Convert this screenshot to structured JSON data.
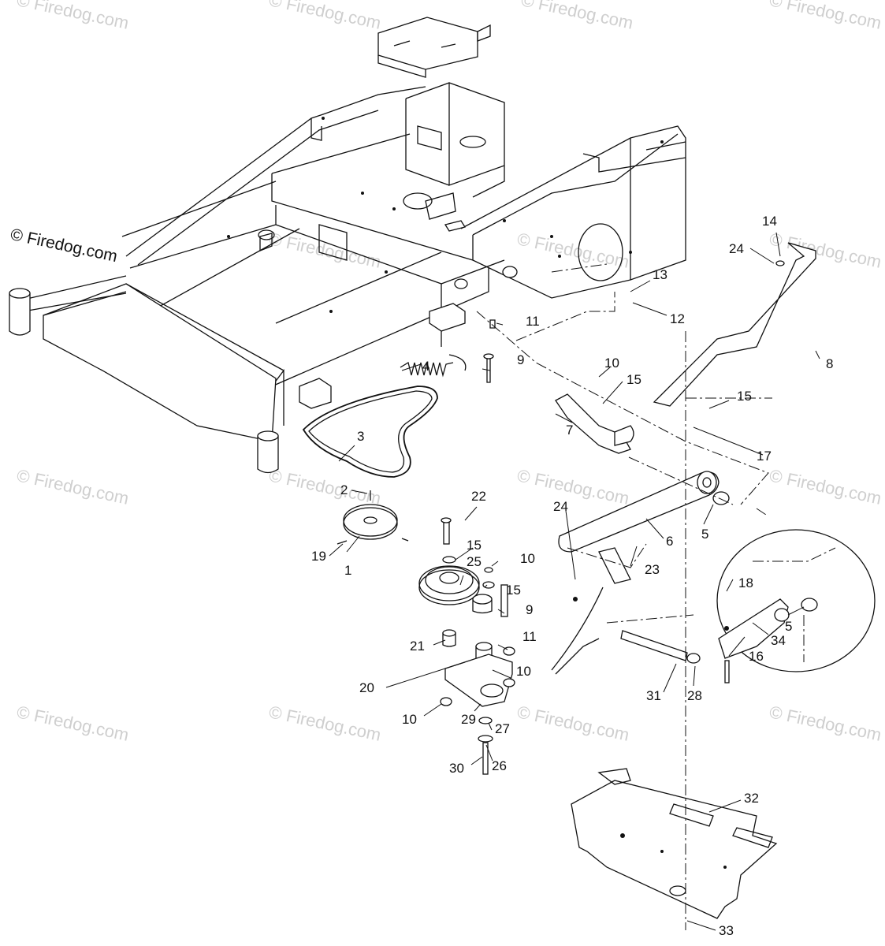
{
  "watermarks": {
    "light": [
      "© Firedog.com",
      "© Firedog.com",
      "© Firedog.com",
      "© Firedog.com",
      "© Firedog.com",
      "© Firedog.com",
      "© Firedog.com",
      "© Firedog.com",
      "© Firedog.com",
      "© Firedog.com",
      "© Firedog.com",
      "© Firedog.com",
      "© Firedog.com",
      "© Firedog.com",
      "© Firedog.com"
    ],
    "dark": "© Firedog.com"
  },
  "callouts": [
    "1",
    "2",
    "3",
    "4",
    "5",
    "5",
    "6",
    "7",
    "8",
    "9",
    "9",
    "10",
    "10",
    "10",
    "10",
    "11",
    "11",
    "12",
    "13",
    "14",
    "15",
    "15",
    "15",
    "15",
    "16",
    "17",
    "18",
    "19",
    "20",
    "21",
    "22",
    "23",
    "24",
    "24",
    "25",
    "26",
    "27",
    "28",
    "29",
    "30",
    "31",
    "32",
    "33",
    "34"
  ],
  "colors": {
    "ink": "#111111",
    "watermark": "#cfcfcf",
    "background": "#ffffff"
  }
}
